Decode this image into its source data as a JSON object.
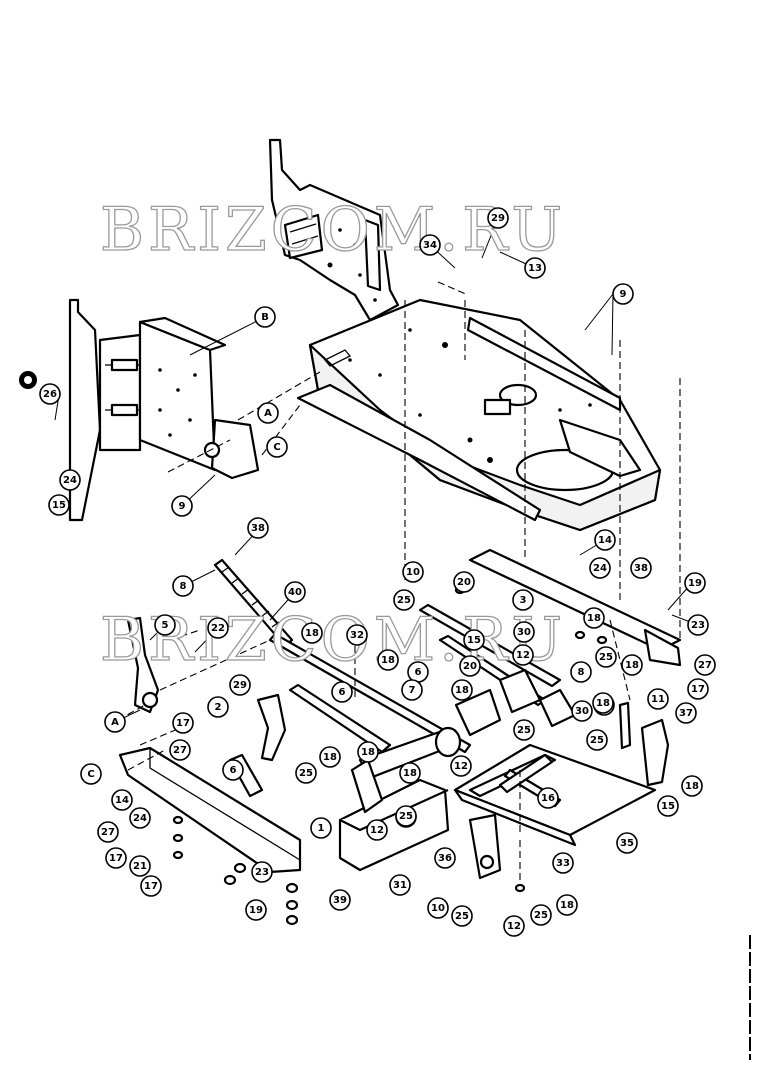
{
  "watermark_text": "BRIZCOM.RU",
  "callouts": [
    {
      "label": "B"
    },
    {
      "label": "A"
    },
    {
      "label": "C"
    },
    {
      "label": "26"
    },
    {
      "label": "24"
    },
    {
      "label": "15"
    },
    {
      "label": "9"
    },
    {
      "label": "34"
    },
    {
      "label": "29"
    },
    {
      "label": "13"
    },
    {
      "label": "9"
    },
    {
      "label": "38"
    },
    {
      "label": "8"
    },
    {
      "label": "40"
    },
    {
      "label": "5"
    },
    {
      "label": "22"
    },
    {
      "label": "A"
    },
    {
      "label": "10"
    },
    {
      "label": "20"
    },
    {
      "label": "25"
    },
    {
      "label": "3"
    },
    {
      "label": "14"
    },
    {
      "label": "24"
    },
    {
      "label": "38"
    },
    {
      "label": "19"
    },
    {
      "label": "23"
    },
    {
      "label": "27"
    },
    {
      "label": "17"
    },
    {
      "label": "30"
    },
    {
      "label": "15"
    },
    {
      "label": "18"
    },
    {
      "label": "12"
    },
    {
      "label": "25"
    },
    {
      "label": "18"
    },
    {
      "label": "18"
    },
    {
      "label": "32"
    },
    {
      "label": "18"
    },
    {
      "label": "6"
    },
    {
      "label": "20"
    },
    {
      "label": "7"
    },
    {
      "label": "18"
    },
    {
      "label": "8"
    },
    {
      "label": "25"
    },
    {
      "label": "18"
    },
    {
      "label": "29"
    },
    {
      "label": "6"
    },
    {
      "label": "2"
    },
    {
      "label": "18"
    },
    {
      "label": "25"
    },
    {
      "label": "17"
    },
    {
      "label": "27"
    },
    {
      "label": "C"
    },
    {
      "label": "6"
    },
    {
      "label": "18"
    },
    {
      "label": "25"
    },
    {
      "label": "12"
    },
    {
      "label": "18"
    },
    {
      "label": "30"
    },
    {
      "label": "18"
    },
    {
      "label": "11"
    },
    {
      "label": "37"
    },
    {
      "label": "25"
    },
    {
      "label": "16"
    },
    {
      "label": "18"
    },
    {
      "label": "15"
    },
    {
      "label": "14"
    },
    {
      "label": "24"
    },
    {
      "label": "27"
    },
    {
      "label": "17"
    },
    {
      "label": "21"
    },
    {
      "label": "17"
    },
    {
      "label": "23"
    },
    {
      "label": "19"
    },
    {
      "label": "39"
    },
    {
      "label": "1"
    },
    {
      "label": "12"
    },
    {
      "label": "25"
    },
    {
      "label": "31"
    },
    {
      "label": "36"
    },
    {
      "label": "33"
    },
    {
      "label": "35"
    },
    {
      "label": "10"
    },
    {
      "label": "25"
    },
    {
      "label": "12"
    },
    {
      "label": "25"
    },
    {
      "label": "18"
    }
  ]
}
